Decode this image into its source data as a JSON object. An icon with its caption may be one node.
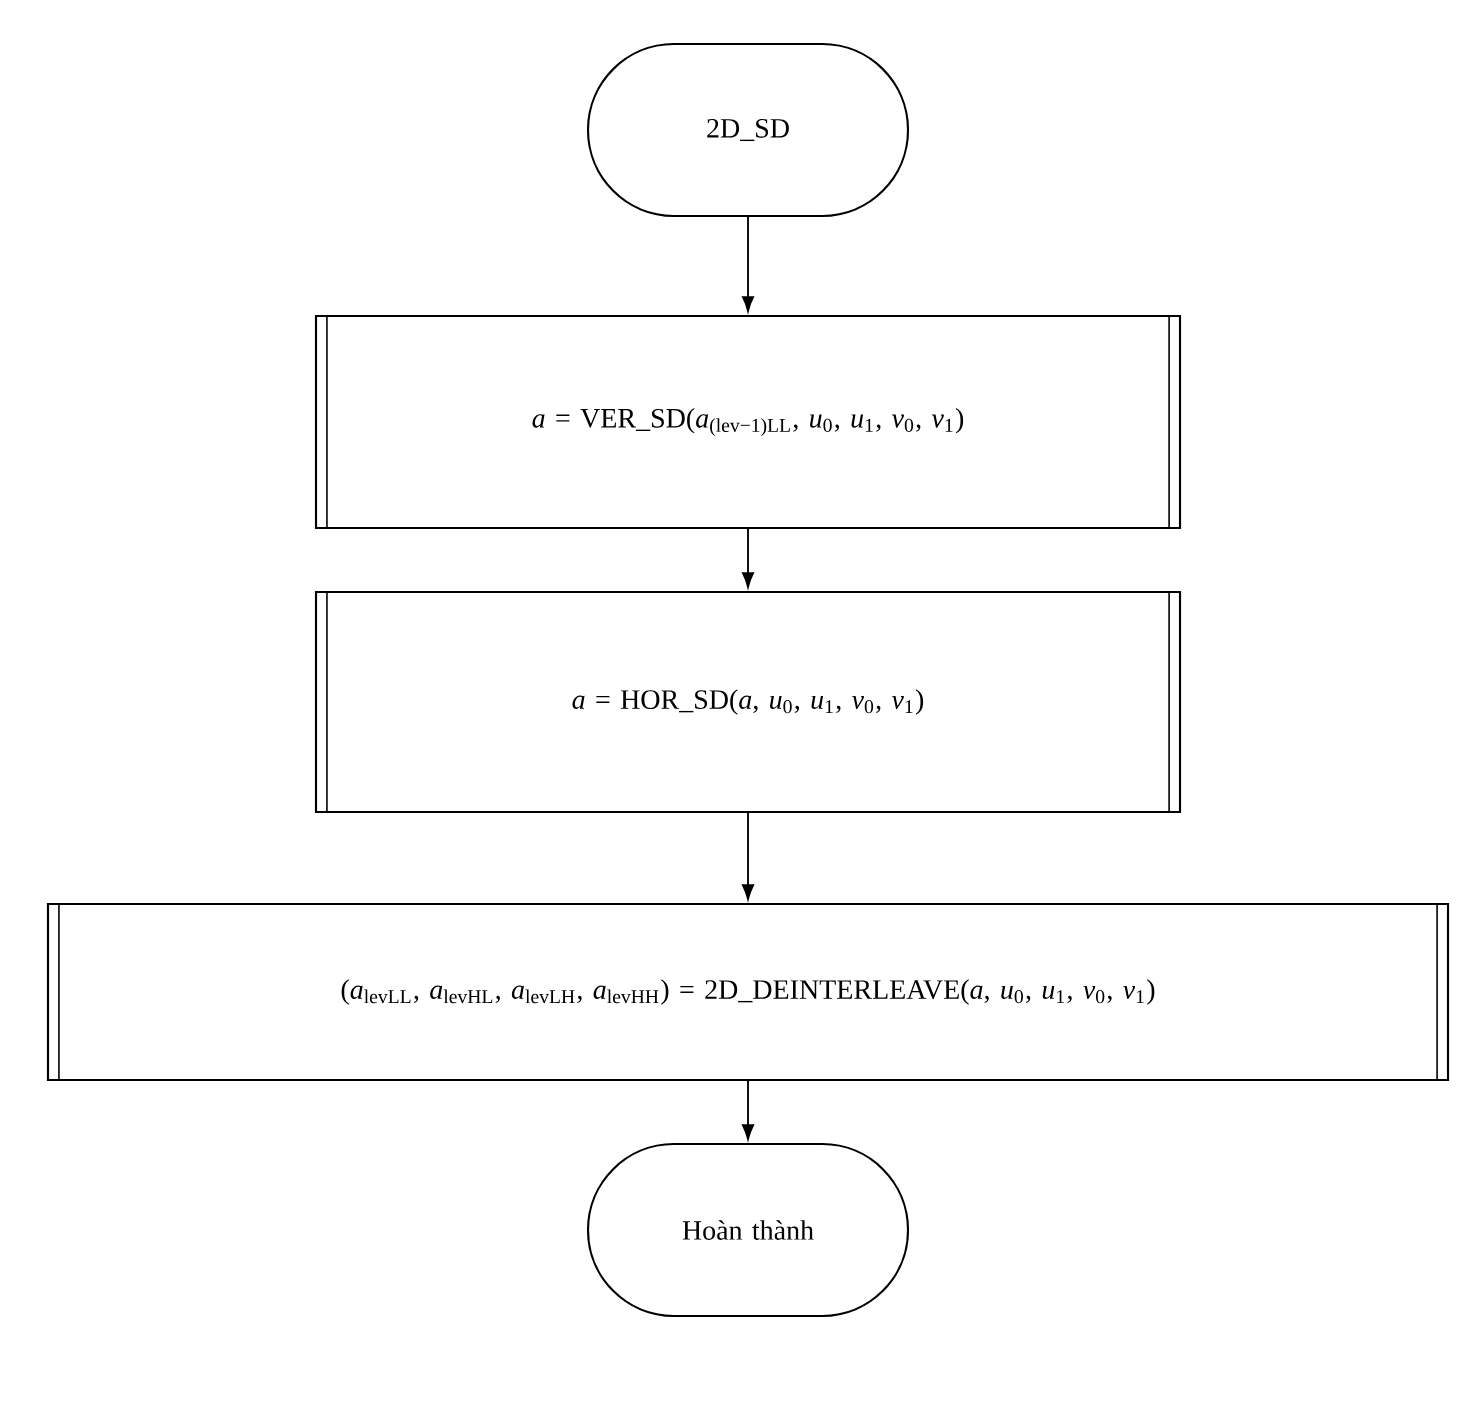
{
  "diagram": {
    "nodes": [
      {
        "text": [
          "2D_SD"
        ]
      },
      {
        "text": [
          "*a* = VER_SD(*a*$_{(lev−1)LL}$, *u*$_{0}$, *u*$_{1}$, *v*$_{0}$, *v*$_{1}$)"
        ]
      },
      {
        "text": [
          "*a* = HOR_SD(*a*, *u*$_{0}$, *u*$_{1}$, *v*$_{0}$, *v*$_{1}$)"
        ]
      },
      {
        "text": [
          "(*a*$_{levLL}$, *a*$_{levHL}$, *a*$_{levLH}$, *a*$_{levHH}$) = 2D_DEINTERLEAVE(*a*, *u*$_{0}$, *u*$_{1}$, *v*$_{0}$, *v*$_{1}$)"
        ]
      },
      {
        "text": [
          "Hoàn thành"
        ]
      }
    ],
    "edges": [
      {
        "from": 0,
        "to": 1,
        "arrow": "to"
      },
      {
        "from": 1,
        "to": 2,
        "arrow": "to"
      },
      {
        "from": 2,
        "to": 3,
        "arrow": "to"
      },
      {
        "from": 3,
        "to": 4,
        "arrow": "to"
      }
    ]
  }
}
